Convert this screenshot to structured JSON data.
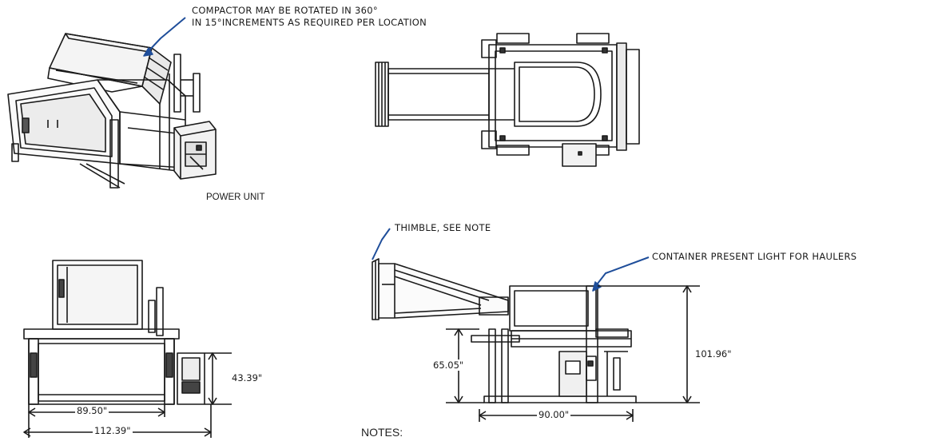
{
  "annotations": {
    "rotation_note_line1": "COMPACTOR MAY BE ROTATED IN 360°",
    "rotation_note_line2": "IN 15°INCREMENTS AS REQUIRED PER LOCATION",
    "power_unit": "POWER UNIT",
    "thimble_note": "THIMBLE, SEE NOTE",
    "container_light": "CONTAINER PRESENT LIGHT FOR HAULERS",
    "notes_heading": "NOTES:"
  },
  "dimensions": {
    "front_inner_width": "89.50\"",
    "front_overall_width": "112.39\"",
    "front_power_unit_height": "43.39\"",
    "side_chute_height": "65.05\"",
    "side_overall_height": "101.96\"",
    "side_base_width": "90.00\""
  },
  "colors": {
    "line": "#1a1a1a",
    "callout": "#1f4e9a",
    "background": "#ffffff"
  }
}
